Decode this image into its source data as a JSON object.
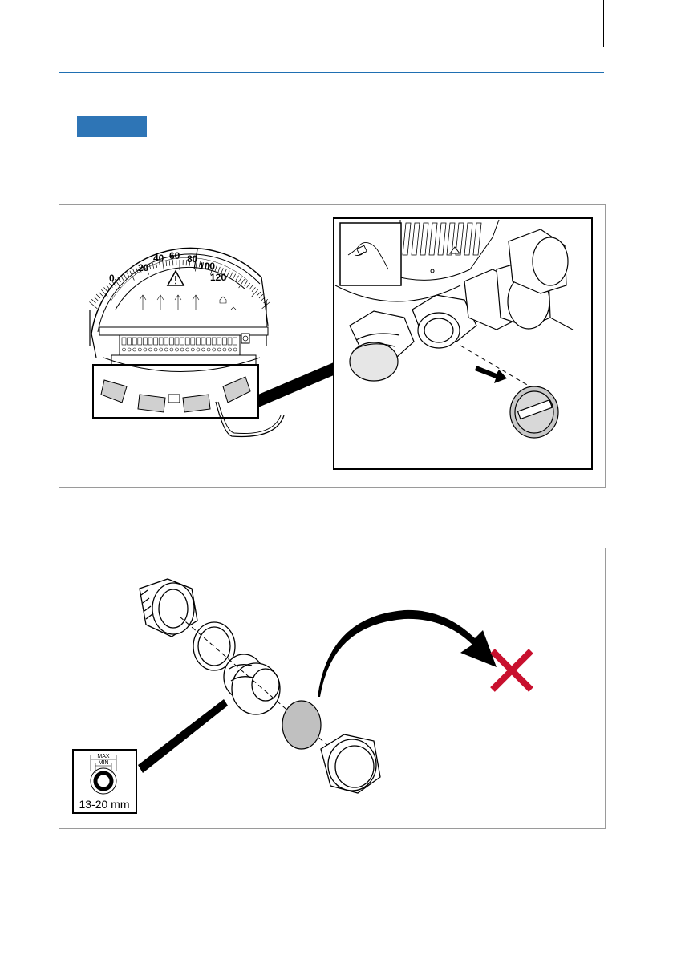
{
  "page": {
    "accent_color": "#2e75b6",
    "rule_color": "#1f6fb2",
    "warning_x_color": "#c8102e"
  },
  "figure1": {
    "scale_labels": [
      "0",
      "20",
      "40",
      "60",
      "80",
      "100",
      "120"
    ],
    "icons": [
      "warning-triangle-icon",
      "hand-icon",
      "arrow-icon"
    ]
  },
  "figure2": {
    "callout": {
      "max_label": "MAX",
      "min_label": "MIN",
      "range_label": "13-20 mm"
    },
    "icons": [
      "curved-arrow-icon",
      "cross-icon"
    ]
  }
}
